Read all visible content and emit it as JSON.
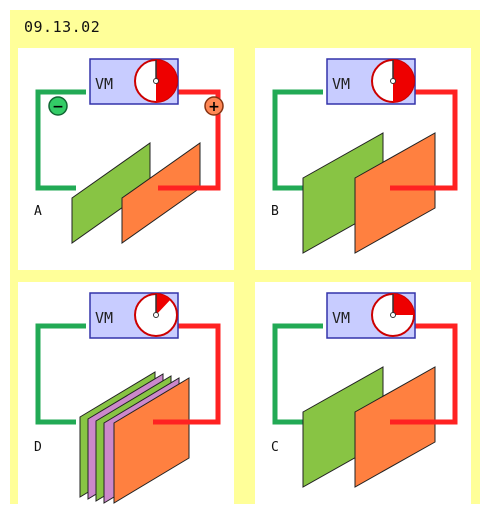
{
  "title": "09.13.02",
  "meter_label": "VM",
  "colors": {
    "background": "#ffff99",
    "panel": "#ffffff",
    "meter_box": "#c8ccff",
    "wire_negative": "#22aa55",
    "wire_positive": "#ff2222",
    "plate_negative": "#88c444",
    "plate_positive": "#ff8040",
    "dielectric": "#cc88cc",
    "needle_fill": "#ee0000"
  },
  "panels": [
    {
      "label": "A",
      "reading": 0.5,
      "plates": "far",
      "polarity_signs": true,
      "dielectric": false
    },
    {
      "label": "B",
      "reading": 0.5,
      "plates": "near",
      "polarity_signs": false,
      "dielectric": false
    },
    {
      "label": "D",
      "reading": 0.12,
      "plates": "touching",
      "polarity_signs": false,
      "dielectric": true
    },
    {
      "label": "C",
      "reading": 0.25,
      "plates": "near",
      "polarity_signs": false,
      "dielectric": false
    }
  ],
  "signs": {
    "negative": "−",
    "positive": "+"
  }
}
